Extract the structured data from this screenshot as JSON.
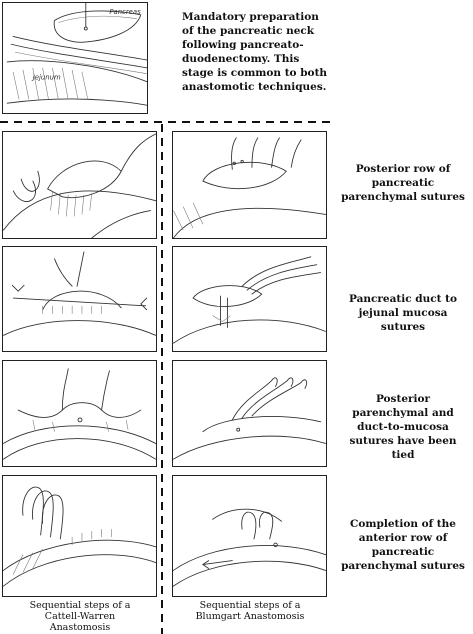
{
  "intro_text": "Mandatory preparation of the pancreatic neck following pancreato-duodenectomy. This stage is common to both anastomotic techniques.",
  "top_panel_labels": {
    "pancreas": "Pancreas",
    "jejunum": "Jejunum"
  },
  "step_captions": [
    "Posterior row of pancreatic parenchymal sutures",
    "Pancreatic duct to jejunal mucosa sutures",
    "Posterior parenchymal and duct-to-mucosa sutures have been tied",
    "Completion of the anterior row of pancreatic parenchymal sutures"
  ],
  "column_footers": {
    "left": "Sequential steps of a Cattell-Warren Anastomosis",
    "right": "Sequential steps of a Blumgart Anastomosis"
  }
}
